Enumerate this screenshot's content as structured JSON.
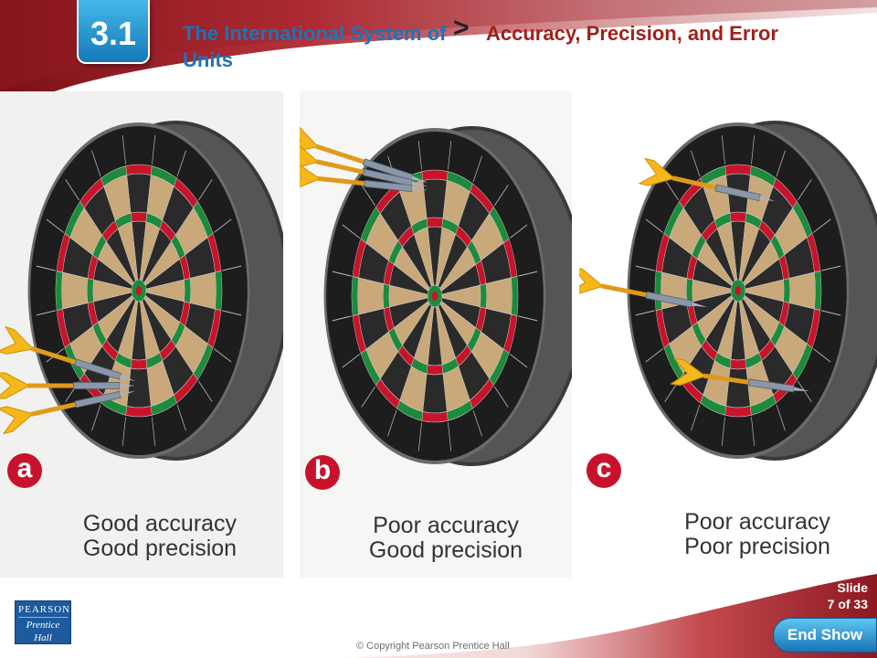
{
  "header": {
    "section_number": "3.1",
    "chapter_title": "The International System of Units",
    "separator": ">",
    "subtitle": "Accuracy, Precision, and Error"
  },
  "panels": [
    {
      "letter": "a",
      "caption_line1": "Good accuracy",
      "caption_line2": "Good precision"
    },
    {
      "letter": "b",
      "caption_line1": "Poor accuracy",
      "caption_line2": "Good precision"
    },
    {
      "letter": "c",
      "caption_line1": "Poor accuracy",
      "caption_line2": "Poor precision"
    }
  ],
  "footer": {
    "logo_line1": "PEARSON",
    "logo_line2": "Prentice",
    "logo_line3": "Hall",
    "copyright": "© Copyright Pearson Prentice Hall",
    "slide_label": "Slide",
    "slide_position": "7 of 33",
    "end_show_label": "End Show"
  },
  "colors": {
    "title_blue": "#1c74b8",
    "subtitle_red": "#a31f1a",
    "label_red": "#c8122c",
    "board_dark": "#2a2a2a",
    "board_tan": "#c9a879",
    "ring_red": "#c8142a",
    "ring_green": "#1d8a3c",
    "flight_yellow": "#f5b81a"
  }
}
